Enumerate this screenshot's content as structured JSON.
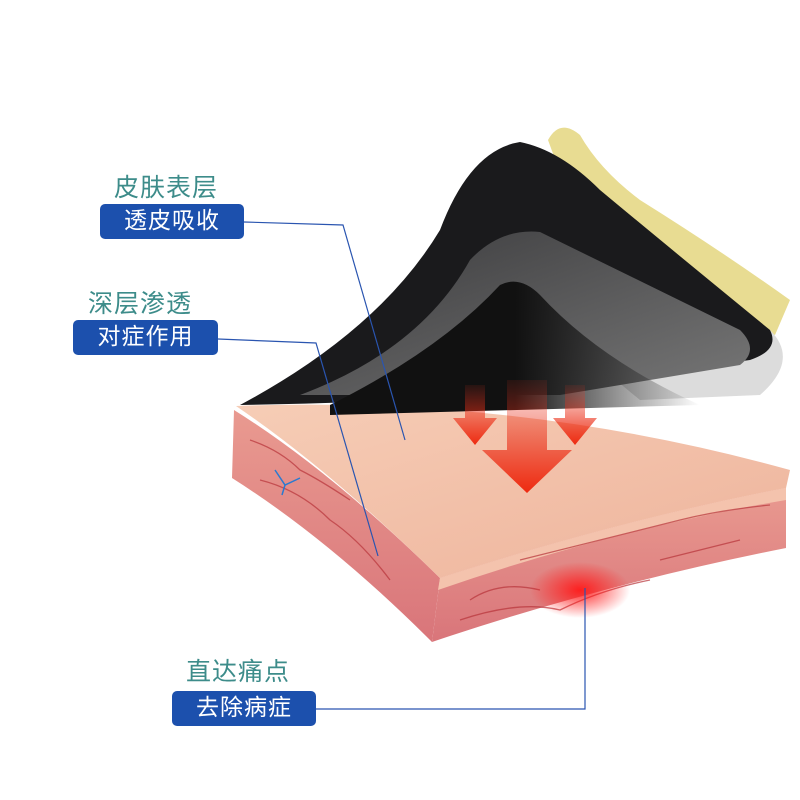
{
  "labels": [
    {
      "title": "皮肤表层",
      "tag": "透皮吸收"
    },
    {
      "title": "深层渗透",
      "tag": "对症作用"
    },
    {
      "title": "直达痛点",
      "tag": "去除病症"
    }
  ],
  "colors": {
    "title": "#3d8c8a",
    "tag_bg": "#1c50ad",
    "leader_line": "#2a55b0",
    "arrow": "#e8321e"
  }
}
